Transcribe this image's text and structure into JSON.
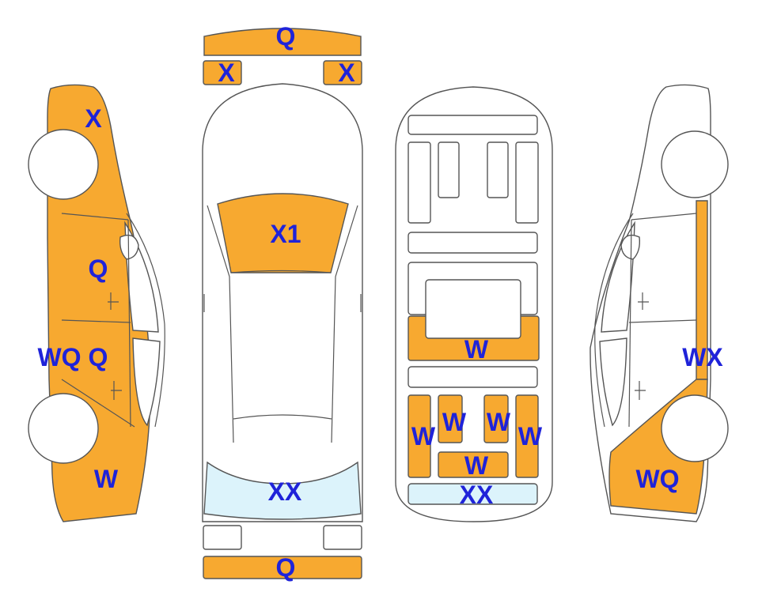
{
  "colors": {
    "damaged_orange": "#F7A930",
    "glass_blue": "#DCF3FB",
    "outline": "#555555",
    "label_blue": "#1F23D9"
  },
  "labels": {
    "front_bumper": "Q",
    "left_headlight": "X",
    "right_headlight": "X",
    "left_front_fender": "X",
    "left_front_door": "Q",
    "left_rear_door": "Q",
    "left_side_sill": "WQ",
    "left_quarter": "W",
    "hood": "X1",
    "rear_glass": "XX",
    "rear_bumper": "Q",
    "floor_mid": "W",
    "floor_left_outer": "W",
    "floor_left_inner": "W",
    "floor_right_inner": "W",
    "floor_right_outer": "W",
    "floor_rear": "W",
    "floor_tail": "XX",
    "right_side_sill": "WX",
    "right_quarter": "WQ"
  }
}
